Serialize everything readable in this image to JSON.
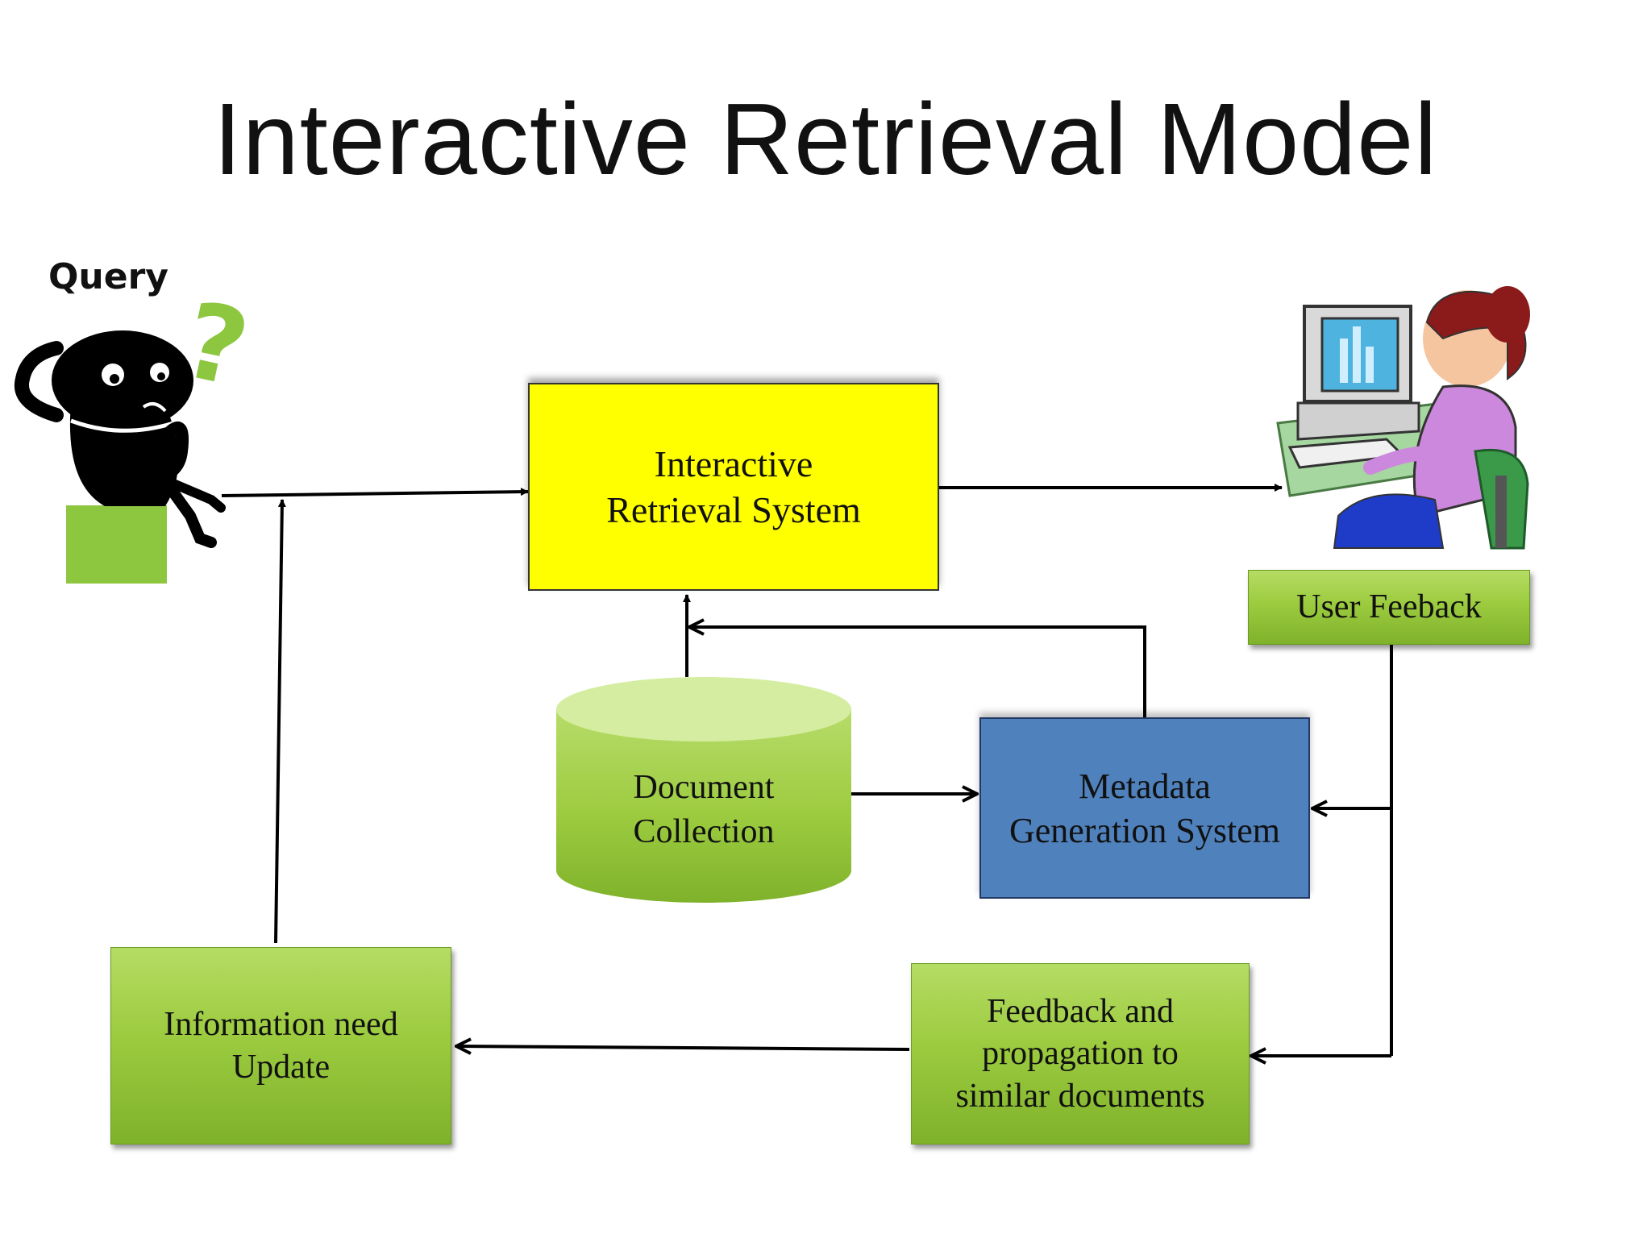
{
  "title": "Interactive Retrieval Model",
  "query_label": "Query",
  "nodes": {
    "retrieval_system": "Interactive\nRetrieval System",
    "document_collection": "Document\nCollection",
    "metadata_generation": "Metadata\nGeneration System",
    "user_feedback": "User Feeback",
    "info_need_update": "Information need\nUpdate",
    "feedback_propagation": "Feedback and\npropagation to\nsimilar documents"
  },
  "colors": {
    "retrieval_system": "#ffff00",
    "metadata_generation": "#4f81bd",
    "green_box": "#9ccb3f",
    "question_mark": "#8dc63f"
  },
  "icons": {
    "querying_person": "confused-person-icon",
    "user_at_computer": "user-at-computer-icon"
  }
}
